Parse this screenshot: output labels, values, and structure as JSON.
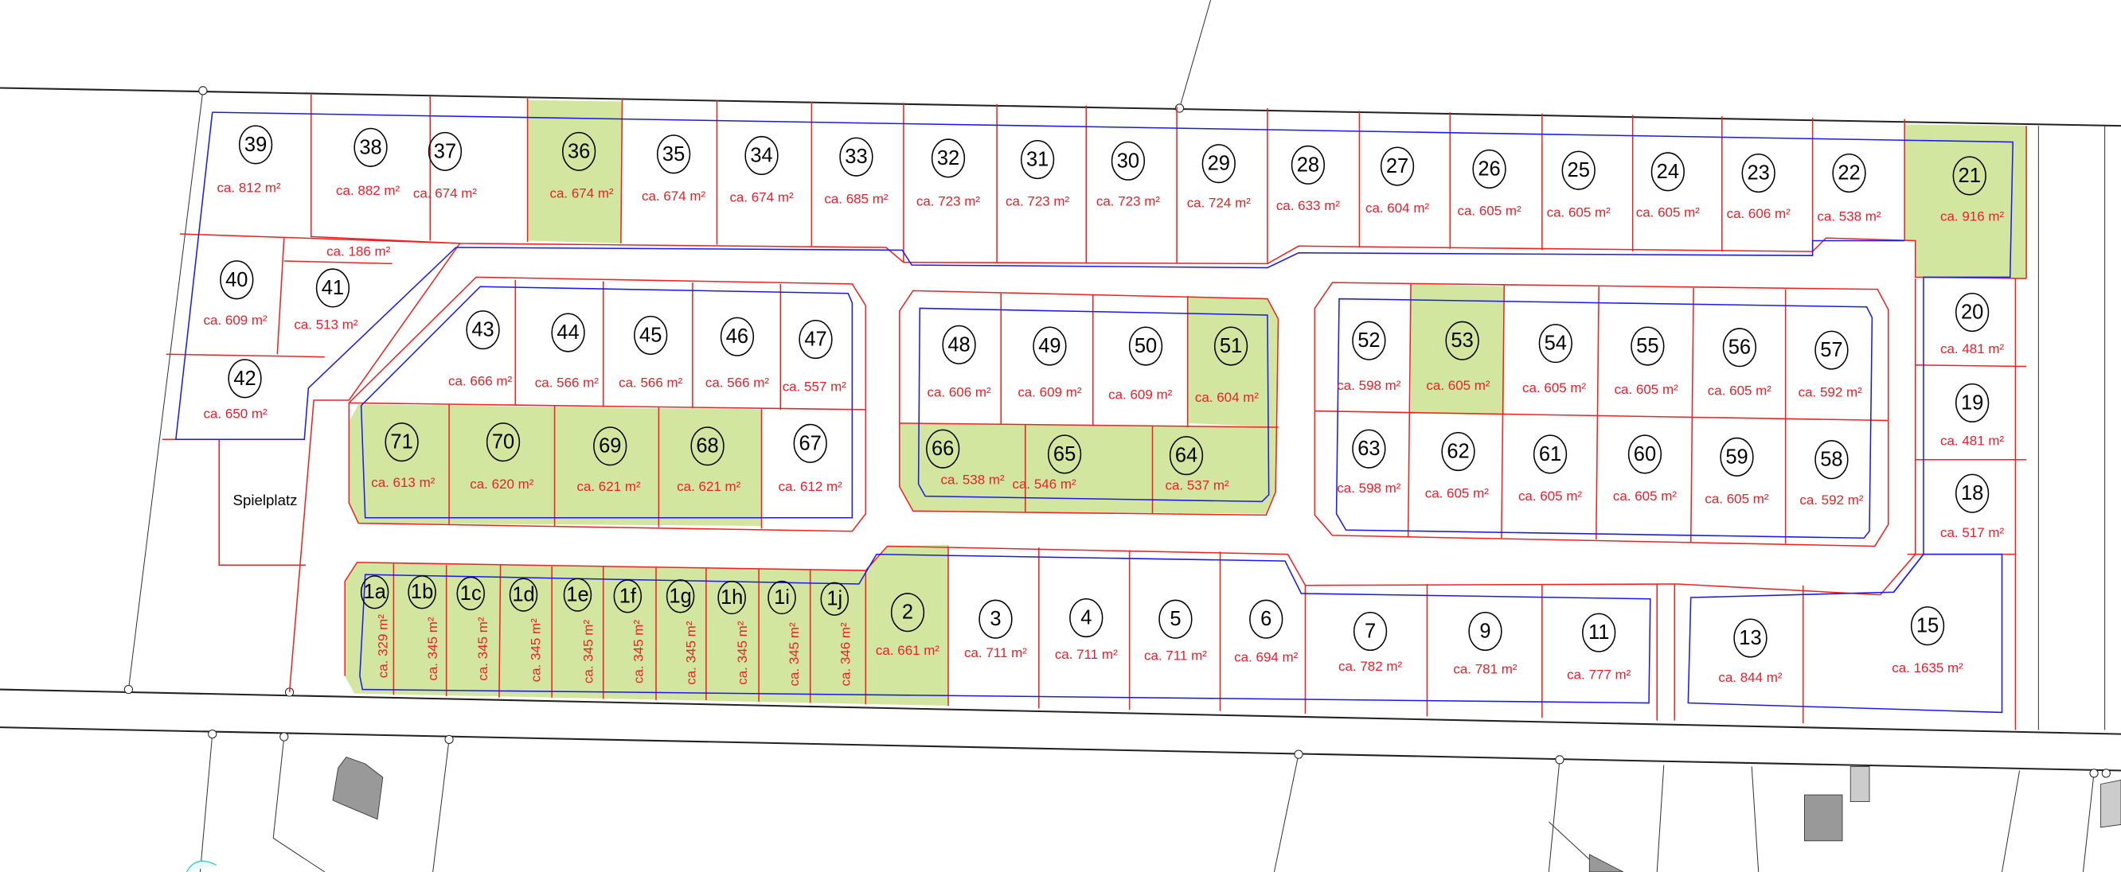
{
  "plan": {
    "playground_label": "Spielplatz",
    "extra_area_label": "ca. 186 m²",
    "highlight_color": "#d3e6a0",
    "boundary_color": "#ee2222",
    "building_line_color": "#1a1aee"
  },
  "lots": [
    {
      "id": "39",
      "area": "ca. 812 m²",
      "highlighted": false
    },
    {
      "id": "38",
      "area": "ca. 882 m²",
      "highlighted": false
    },
    {
      "id": "37",
      "area": "ca. 674 m²",
      "highlighted": false
    },
    {
      "id": "36",
      "area": "ca. 674 m²",
      "highlighted": true
    },
    {
      "id": "35",
      "area": "ca. 674 m²",
      "highlighted": false
    },
    {
      "id": "34",
      "area": "ca. 674 m²",
      "highlighted": false
    },
    {
      "id": "33",
      "area": "ca. 685 m²",
      "highlighted": false
    },
    {
      "id": "32",
      "area": "ca. 723 m²",
      "highlighted": false
    },
    {
      "id": "31",
      "area": "ca. 723 m²",
      "highlighted": false
    },
    {
      "id": "30",
      "area": "ca. 723 m²",
      "highlighted": false
    },
    {
      "id": "29",
      "area": "ca. 724 m²",
      "highlighted": false
    },
    {
      "id": "28",
      "area": "ca. 633 m²",
      "highlighted": false
    },
    {
      "id": "27",
      "area": "ca. 604 m²",
      "highlighted": false
    },
    {
      "id": "26",
      "area": "ca. 605 m²",
      "highlighted": false
    },
    {
      "id": "25",
      "area": "ca. 605 m²",
      "highlighted": false
    },
    {
      "id": "24",
      "area": "ca. 605 m²",
      "highlighted": false
    },
    {
      "id": "23",
      "area": "ca. 606 m²",
      "highlighted": false
    },
    {
      "id": "22",
      "area": "ca. 538 m²",
      "highlighted": false
    },
    {
      "id": "21",
      "area": "ca. 916 m²",
      "highlighted": true
    },
    {
      "id": "20",
      "area": "ca. 481 m²",
      "highlighted": false
    },
    {
      "id": "19",
      "area": "ca. 481 m²",
      "highlighted": false
    },
    {
      "id": "18",
      "area": "ca. 517 m²",
      "highlighted": false
    },
    {
      "id": "40",
      "area": "ca. 609 m²",
      "highlighted": false
    },
    {
      "id": "41",
      "area": "ca. 513 m²",
      "highlighted": false
    },
    {
      "id": "42",
      "area": "ca. 650 m²",
      "highlighted": false
    },
    {
      "id": "43",
      "area": "ca. 666 m²",
      "highlighted": false
    },
    {
      "id": "44",
      "area": "ca. 566 m²",
      "highlighted": false
    },
    {
      "id": "45",
      "area": "ca. 566 m²",
      "highlighted": false
    },
    {
      "id": "46",
      "area": "ca. 566 m²",
      "highlighted": false
    },
    {
      "id": "47",
      "area": "ca. 557 m²",
      "highlighted": false
    },
    {
      "id": "48",
      "area": "ca. 606 m²",
      "highlighted": false
    },
    {
      "id": "49",
      "area": "ca. 609 m²",
      "highlighted": false
    },
    {
      "id": "50",
      "area": "ca. 609 m²",
      "highlighted": false
    },
    {
      "id": "51",
      "area": "ca. 604 m²",
      "highlighted": true
    },
    {
      "id": "52",
      "area": "ca. 598 m²",
      "highlighted": false
    },
    {
      "id": "53",
      "area": "ca. 605 m²",
      "highlighted": true
    },
    {
      "id": "54",
      "area": "ca. 605 m²",
      "highlighted": false
    },
    {
      "id": "55",
      "area": "ca. 605 m²",
      "highlighted": false
    },
    {
      "id": "56",
      "area": "ca. 605 m²",
      "highlighted": false
    },
    {
      "id": "57",
      "area": "ca. 592 m²",
      "highlighted": false
    },
    {
      "id": "71",
      "area": "ca. 613 m²",
      "highlighted": true
    },
    {
      "id": "70",
      "area": "ca. 620 m²",
      "highlighted": true
    },
    {
      "id": "69",
      "area": "ca. 621 m²",
      "highlighted": true
    },
    {
      "id": "68",
      "area": "ca. 621 m²",
      "highlighted": true
    },
    {
      "id": "67",
      "area": "ca. 612 m²",
      "highlighted": false
    },
    {
      "id": "66",
      "area": "ca. 538 m²",
      "highlighted": true
    },
    {
      "id": "65",
      "area": "ca. 546 m²",
      "highlighted": true
    },
    {
      "id": "64",
      "area": "ca. 537 m²",
      "highlighted": true
    },
    {
      "id": "63",
      "area": "ca. 598 m²",
      "highlighted": false
    },
    {
      "id": "62",
      "area": "ca. 605 m²",
      "highlighted": false
    },
    {
      "id": "61",
      "area": "ca. 605 m²",
      "highlighted": false
    },
    {
      "id": "60",
      "area": "ca. 605 m²",
      "highlighted": false
    },
    {
      "id": "59",
      "area": "ca. 605 m²",
      "highlighted": false
    },
    {
      "id": "58",
      "area": "ca. 592 m²",
      "highlighted": false
    },
    {
      "id": "1a",
      "area": "ca. 329 m²",
      "highlighted": true
    },
    {
      "id": "1b",
      "area": "ca. 345 m²",
      "highlighted": true
    },
    {
      "id": "1c",
      "area": "ca. 345 m²",
      "highlighted": true
    },
    {
      "id": "1d",
      "area": "ca. 345 m²",
      "highlighted": true
    },
    {
      "id": "1e",
      "area": "ca. 345 m²",
      "highlighted": true
    },
    {
      "id": "1f",
      "area": "ca. 345 m²",
      "highlighted": true
    },
    {
      "id": "1g",
      "area": "ca. 345 m²",
      "highlighted": true
    },
    {
      "id": "1h",
      "area": "ca. 345 m²",
      "highlighted": true
    },
    {
      "id": "1i",
      "area": "ca. 345 m²",
      "highlighted": true
    },
    {
      "id": "1j",
      "area": "ca. 346 m²",
      "highlighted": true
    },
    {
      "id": "2",
      "area": "ca. 661 m²",
      "highlighted": true
    },
    {
      "id": "3",
      "area": "ca. 711 m²",
      "highlighted": false
    },
    {
      "id": "4",
      "area": "ca. 711 m²",
      "highlighted": false
    },
    {
      "id": "5",
      "area": "ca. 711 m²",
      "highlighted": false
    },
    {
      "id": "6",
      "area": "ca. 694 m²",
      "highlighted": false
    },
    {
      "id": "7",
      "area": "ca. 782 m²",
      "highlighted": false
    },
    {
      "id": "9",
      "area": "ca. 781 m²",
      "highlighted": false
    },
    {
      "id": "11",
      "area": "ca. 777 m²",
      "highlighted": false
    },
    {
      "id": "13",
      "area": "ca. 844 m²",
      "highlighted": false
    },
    {
      "id": "15",
      "area": "ca. 1635 m²",
      "highlighted": false
    }
  ]
}
